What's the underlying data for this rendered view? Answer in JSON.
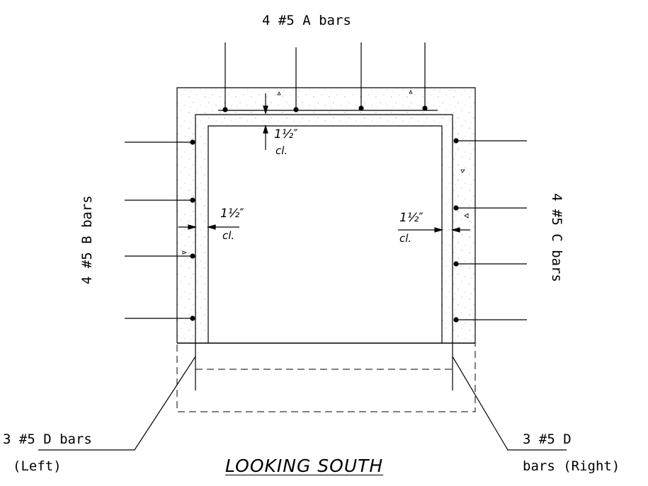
{
  "labels": {
    "a_bars": "4 #5 A bars",
    "b_bars": "4 #5 B bars",
    "c_bars": "4 #5 C bars",
    "d_left_line1": "3 #5 D bars",
    "d_left_line2": "(Left)",
    "d_right_line1": "3 #5 D",
    "d_right_line2": "bars (Right)",
    "title": "LOOKING SOUTH"
  },
  "clearances": {
    "top": {
      "value": "1½″",
      "suffix": "cl."
    },
    "left": {
      "value": "1½″",
      "suffix": "cl."
    },
    "right": {
      "value": "1½″",
      "suffix": "cl."
    }
  }
}
